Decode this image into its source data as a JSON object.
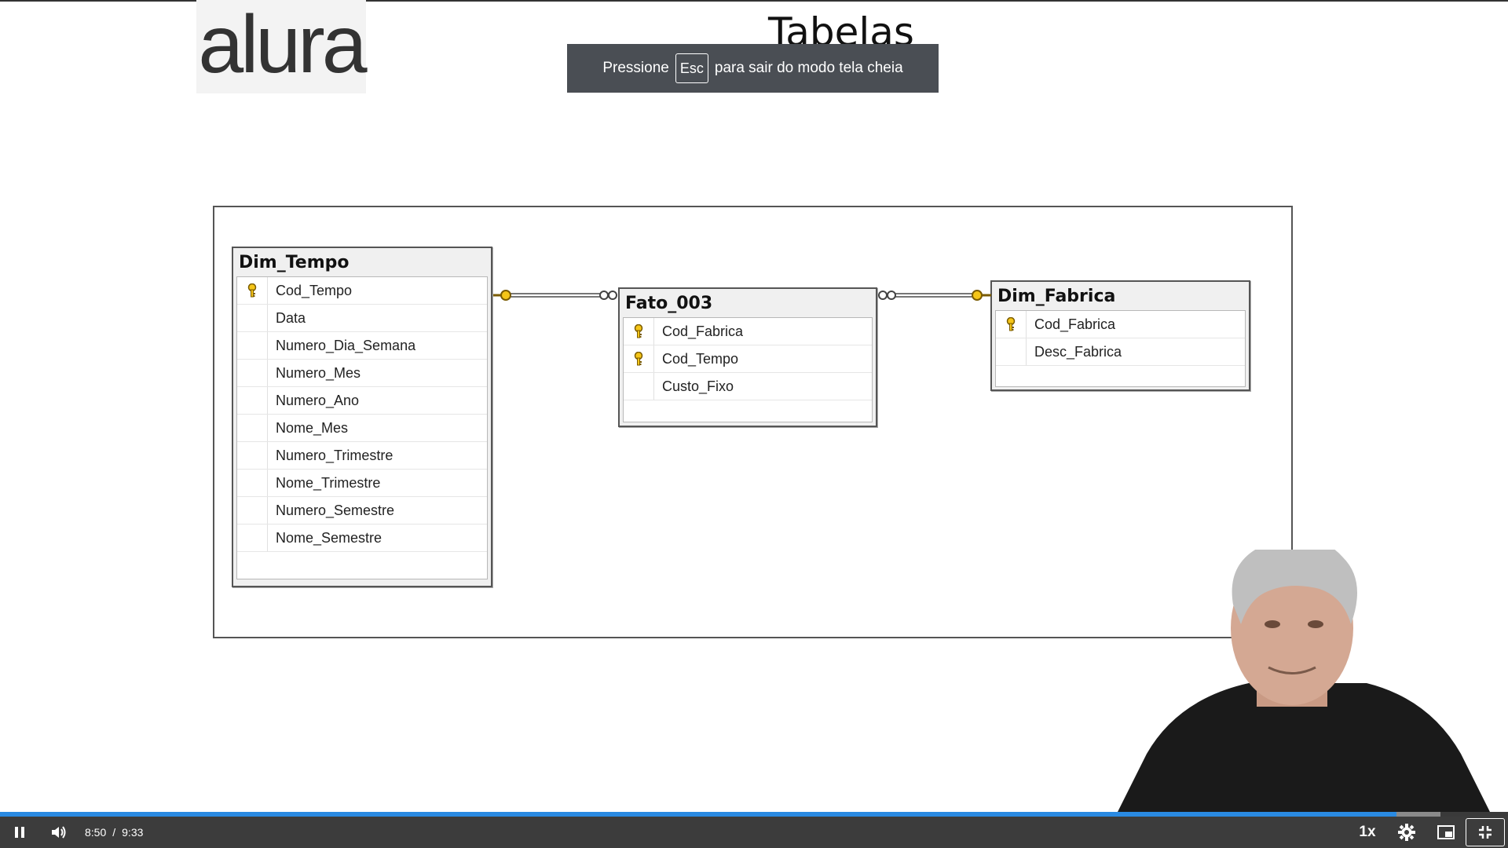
{
  "slide": {
    "logo_text": "alura",
    "title": "Tabelas"
  },
  "toast": {
    "prefix": "Pressione",
    "key": "Esc",
    "suffix": "para sair do modo tela cheia"
  },
  "diagram": {
    "dim_tempo": {
      "name": "Dim_Tempo",
      "columns": [
        "Cod_Tempo",
        "Data",
        "Numero_Dia_Semana",
        "Numero_Mes",
        "Numero_Ano",
        "Nome_Mes",
        "Numero_Trimestre",
        "Nome_Trimestre",
        "Numero_Semestre",
        "Nome_Semestre"
      ],
      "keys": [
        0
      ]
    },
    "fato": {
      "name": "Fato_003",
      "columns": [
        "Cod_Fabrica",
        "Cod_Tempo",
        "Custo_Fixo"
      ],
      "keys": [
        0,
        1
      ]
    },
    "dim_fabrica": {
      "name": "Dim_Fabrica",
      "columns": [
        "Cod_Fabrica",
        "Desc_Fabrica"
      ],
      "keys": [
        0
      ]
    }
  },
  "player": {
    "current_time": "8:50",
    "separator": "/",
    "duration": "9:33",
    "progress_fraction": 0.926,
    "buffered_fraction": 0.955,
    "speed": "1x",
    "accent_color": "#2a8ae2",
    "icons": [
      "pause-icon",
      "volume-icon",
      "settings-icon",
      "picture-in-picture-icon",
      "exit-fullscreen-icon"
    ]
  }
}
